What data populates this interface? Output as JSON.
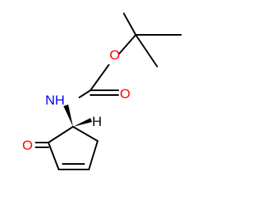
{
  "molecule": {
    "atoms": {
      "ether_oxygen": "O",
      "carbonyl_oxygen": "O",
      "amine": "NH",
      "ketone_oxygen": "O",
      "stereo_hydrogen": "H"
    },
    "colors": {
      "bond": "#000000",
      "oxygen": "#ff0000",
      "nitrogen": "#0000ff",
      "hydrogen": "#000000"
    }
  }
}
